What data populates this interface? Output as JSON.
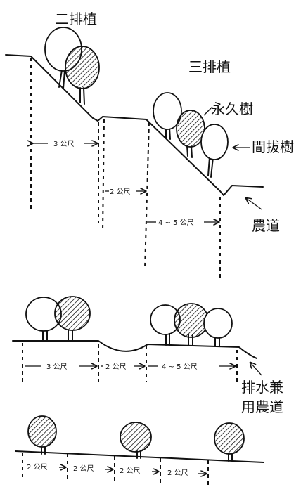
{
  "labels": {
    "double_row_title": "二排植",
    "triple_row_title": "三排植",
    "permanent_tree": "永久樹",
    "thinning_tree": "間拔樹",
    "farm_road": "農道",
    "drainage_road_line1": "排水兼",
    "drainage_road_line2": "用農道"
  },
  "measurements": {
    "slope_3": "3 公尺",
    "slope_2": "2 公尺",
    "slope_4_5": "4 ~ 5 公尺",
    "flat_3": "3 公尺",
    "flat_2": "2 公尺",
    "flat_4_5": "4 ~ 5 公尺",
    "row_2a": "2 公尺",
    "row_2b": "2 公尺",
    "row_2c": "2 公尺",
    "row_2d": "2 公尺"
  },
  "colors": {
    "ink": "#111111",
    "paper": "#ffffff"
  }
}
